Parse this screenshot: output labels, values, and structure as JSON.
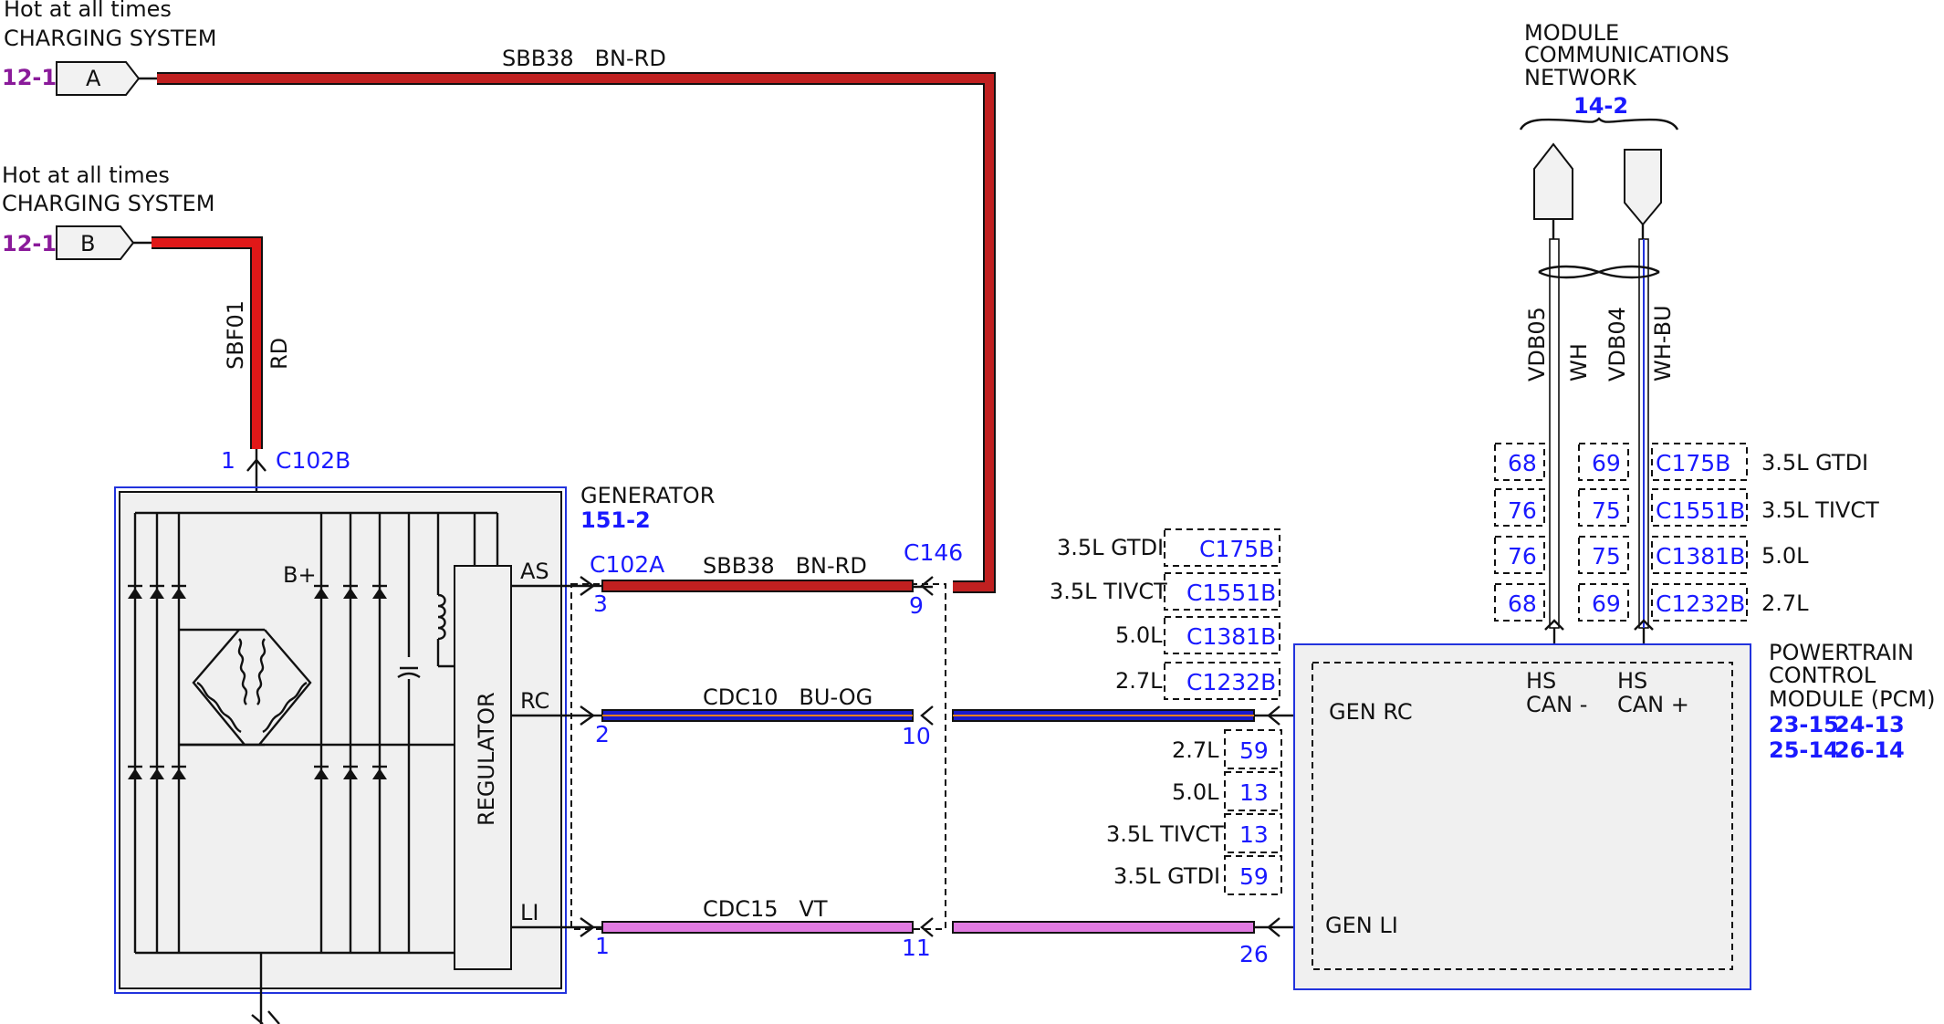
{
  "sources": {
    "top": {
      "line1": "Hot at all times",
      "line2": "CHARGING SYSTEM",
      "ref": "12-1",
      "pin": "A"
    },
    "second": {
      "line1": "Hot at all times",
      "line2": "CHARGING SYSTEM",
      "ref": "12-1",
      "pin": "B"
    }
  },
  "wires": {
    "sbb38_top": "SBB38   BN-RD",
    "sbf01": "SBF01",
    "sbf01_color": "RD",
    "sbb38_mid": "SBB38   BN-RD",
    "cdc10": "CDC10   BU-OG",
    "cdc15": "CDC15   VT",
    "vdb05": "VDB05",
    "vdb05_color": "WH",
    "vdb04": "VDB04",
    "vdb04_color": "WH-BU"
  },
  "generator": {
    "title": "GENERATOR",
    "ref": "151-2",
    "regulator": "REGULATOR",
    "bplus": "B+",
    "pins": {
      "as": "AS",
      "rc": "RC",
      "li": "LI"
    },
    "c102b": "C102B",
    "c102b_pin": "1"
  },
  "connectors": {
    "c102a": "C102A",
    "c146": "C146",
    "pin3": "3",
    "pin9": "9",
    "pin2": "2",
    "pin10": "10",
    "pin1": "1",
    "pin11": "11",
    "pin26": "26"
  },
  "rc_variants": [
    {
      "engine": "3.5L GTDI",
      "connector": "C175B"
    },
    {
      "engine": "3.5L TIVCT",
      "connector": "C1551B"
    },
    {
      "engine": "5.0L",
      "connector": "C1381B"
    },
    {
      "engine": "2.7L",
      "connector": "C1232B"
    }
  ],
  "li_variants": [
    {
      "engine": "2.7L",
      "pin": "59"
    },
    {
      "engine": "5.0L",
      "pin": "13"
    },
    {
      "engine": "3.5L TIVCT",
      "pin": "13"
    },
    {
      "engine": "3.5L GTDI",
      "pin": "59"
    }
  ],
  "can_variants": [
    {
      "pin_neg": "68",
      "pin_pos": "69",
      "connector": "C175B",
      "engine": "3.5L GTDI"
    },
    {
      "pin_neg": "76",
      "pin_pos": "75",
      "connector": "C1551B",
      "engine": "3.5L TIVCT"
    },
    {
      "pin_neg": "76",
      "pin_pos": "75",
      "connector": "C1381B",
      "engine": "5.0L"
    },
    {
      "pin_neg": "68",
      "pin_pos": "69",
      "connector": "C1232B",
      "engine": "2.7L"
    }
  ],
  "network": {
    "line1": "MODULE",
    "line2": "COMMUNICATIONS",
    "line3": "NETWORK",
    "ref": "14-2"
  },
  "pcm": {
    "line1": "POWERTRAIN",
    "line2": "CONTROL",
    "line3": "MODULE (PCM)",
    "refs1a": "23-15",
    "refs1b": "24-13",
    "refs2a": "25-14",
    "refs2b": "26-14",
    "gen_rc": "GEN RC",
    "gen_li": "GEN LI",
    "hs1": "HS",
    "can_neg": "CAN -",
    "hs2": "HS",
    "can_pos": "CAN +"
  },
  "colors": {
    "bn_rd": "#c02020",
    "rd": "#e01818",
    "bu_og": "#1a1acc",
    "vt": "#e07ae0",
    "blue_text": "#1a1aff",
    "purple_ref": "#8a1a9a",
    "module_border": "#2233dd"
  }
}
